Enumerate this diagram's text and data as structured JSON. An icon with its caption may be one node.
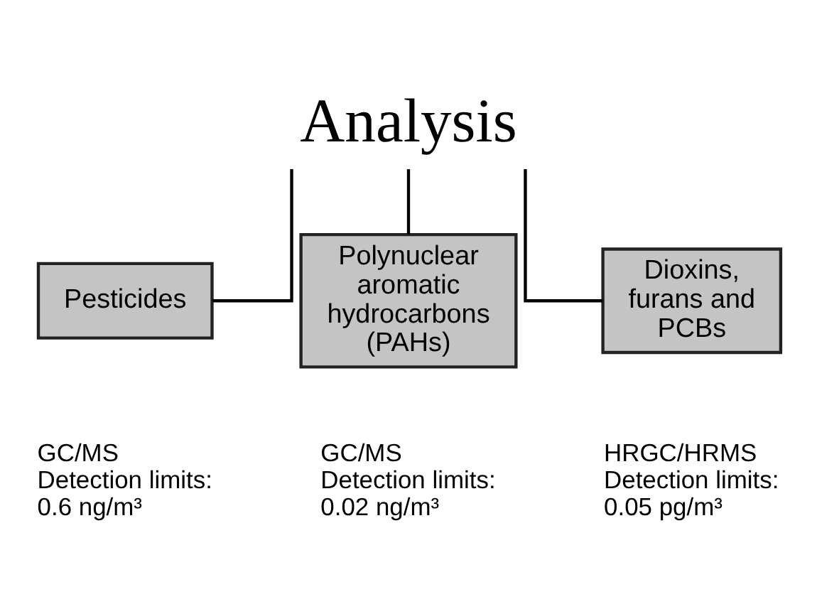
{
  "diagram": {
    "nodes": [
      {
        "text": [
          "Analysis"
        ]
      },
      {
        "text": [
          "Pesticides"
        ],
        "beside": [
          "GC/MS",
          "Detection limits: 0.6 ng/m³"
        ]
      },
      {
        "text": [
          "Polynuclear aromatic hydrocarbons (PAHs)"
        ],
        "beside": [
          "GC/MS",
          "Detection limits: 0.02 ng/m³"
        ]
      },
      {
        "text": [
          "Dioxins, furans and PCBs"
        ],
        "beside": [
          "HRGC/HRMS",
          "Detection limits: 0.05 pg/m³"
        ]
      }
    ],
    "edges": [
      {
        "from": 0,
        "to": 1,
        "arrow": "none"
      },
      {
        "from": 0,
        "to": 2,
        "arrow": "none"
      },
      {
        "from": 0,
        "to": 3,
        "arrow": "none"
      }
    ]
  }
}
